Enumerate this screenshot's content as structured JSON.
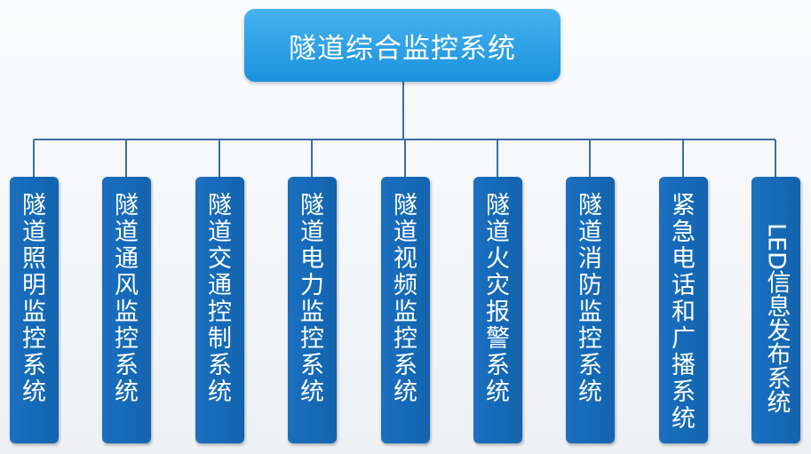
{
  "root": {
    "label": "隧道综合监控系统"
  },
  "children": [
    {
      "label": "隧道照明监控系统"
    },
    {
      "label": "隧道通风监控系统"
    },
    {
      "label": "隧道交通控制系统"
    },
    {
      "label": "隧道电力监控系统"
    },
    {
      "label": "隧道视频监控系统"
    },
    {
      "label": "隧道火灾报警系统"
    },
    {
      "label": "隧道消防监控系统"
    },
    {
      "label": "紧急电话和广播系统"
    },
    {
      "label": "LED信息发布系统"
    }
  ],
  "colors": {
    "root_fill": "#2aa3e6",
    "child_fill": "#176bb8",
    "connector": "#3a6ea5",
    "text": "#ffffff"
  }
}
